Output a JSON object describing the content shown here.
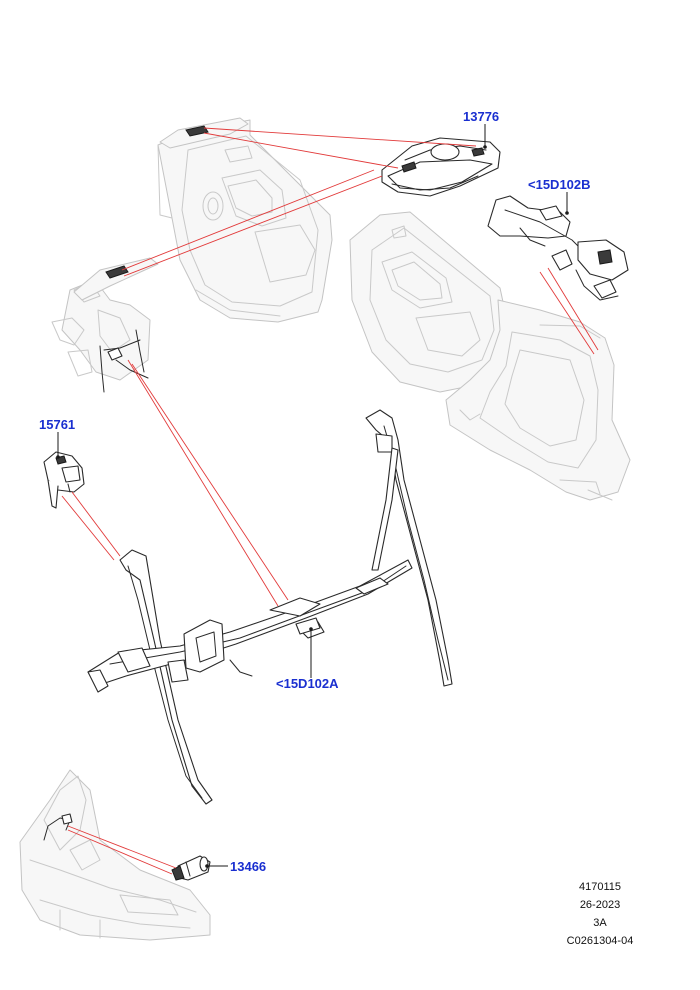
{
  "callouts": {
    "c13776": "13776",
    "c15D102B": "<15D102B",
    "c15761": "15761",
    "c15D102A": "<15D102A",
    "c13466": "13466"
  },
  "footer": {
    "line1": "4170115",
    "line2": "26-2023",
    "line3": "3A",
    "line4": "C0261304-04"
  },
  "colors": {
    "callout": "#1a2fd0",
    "leader_red": "#e23b3b",
    "ghost_outline": "#c9c9c9"
  }
}
